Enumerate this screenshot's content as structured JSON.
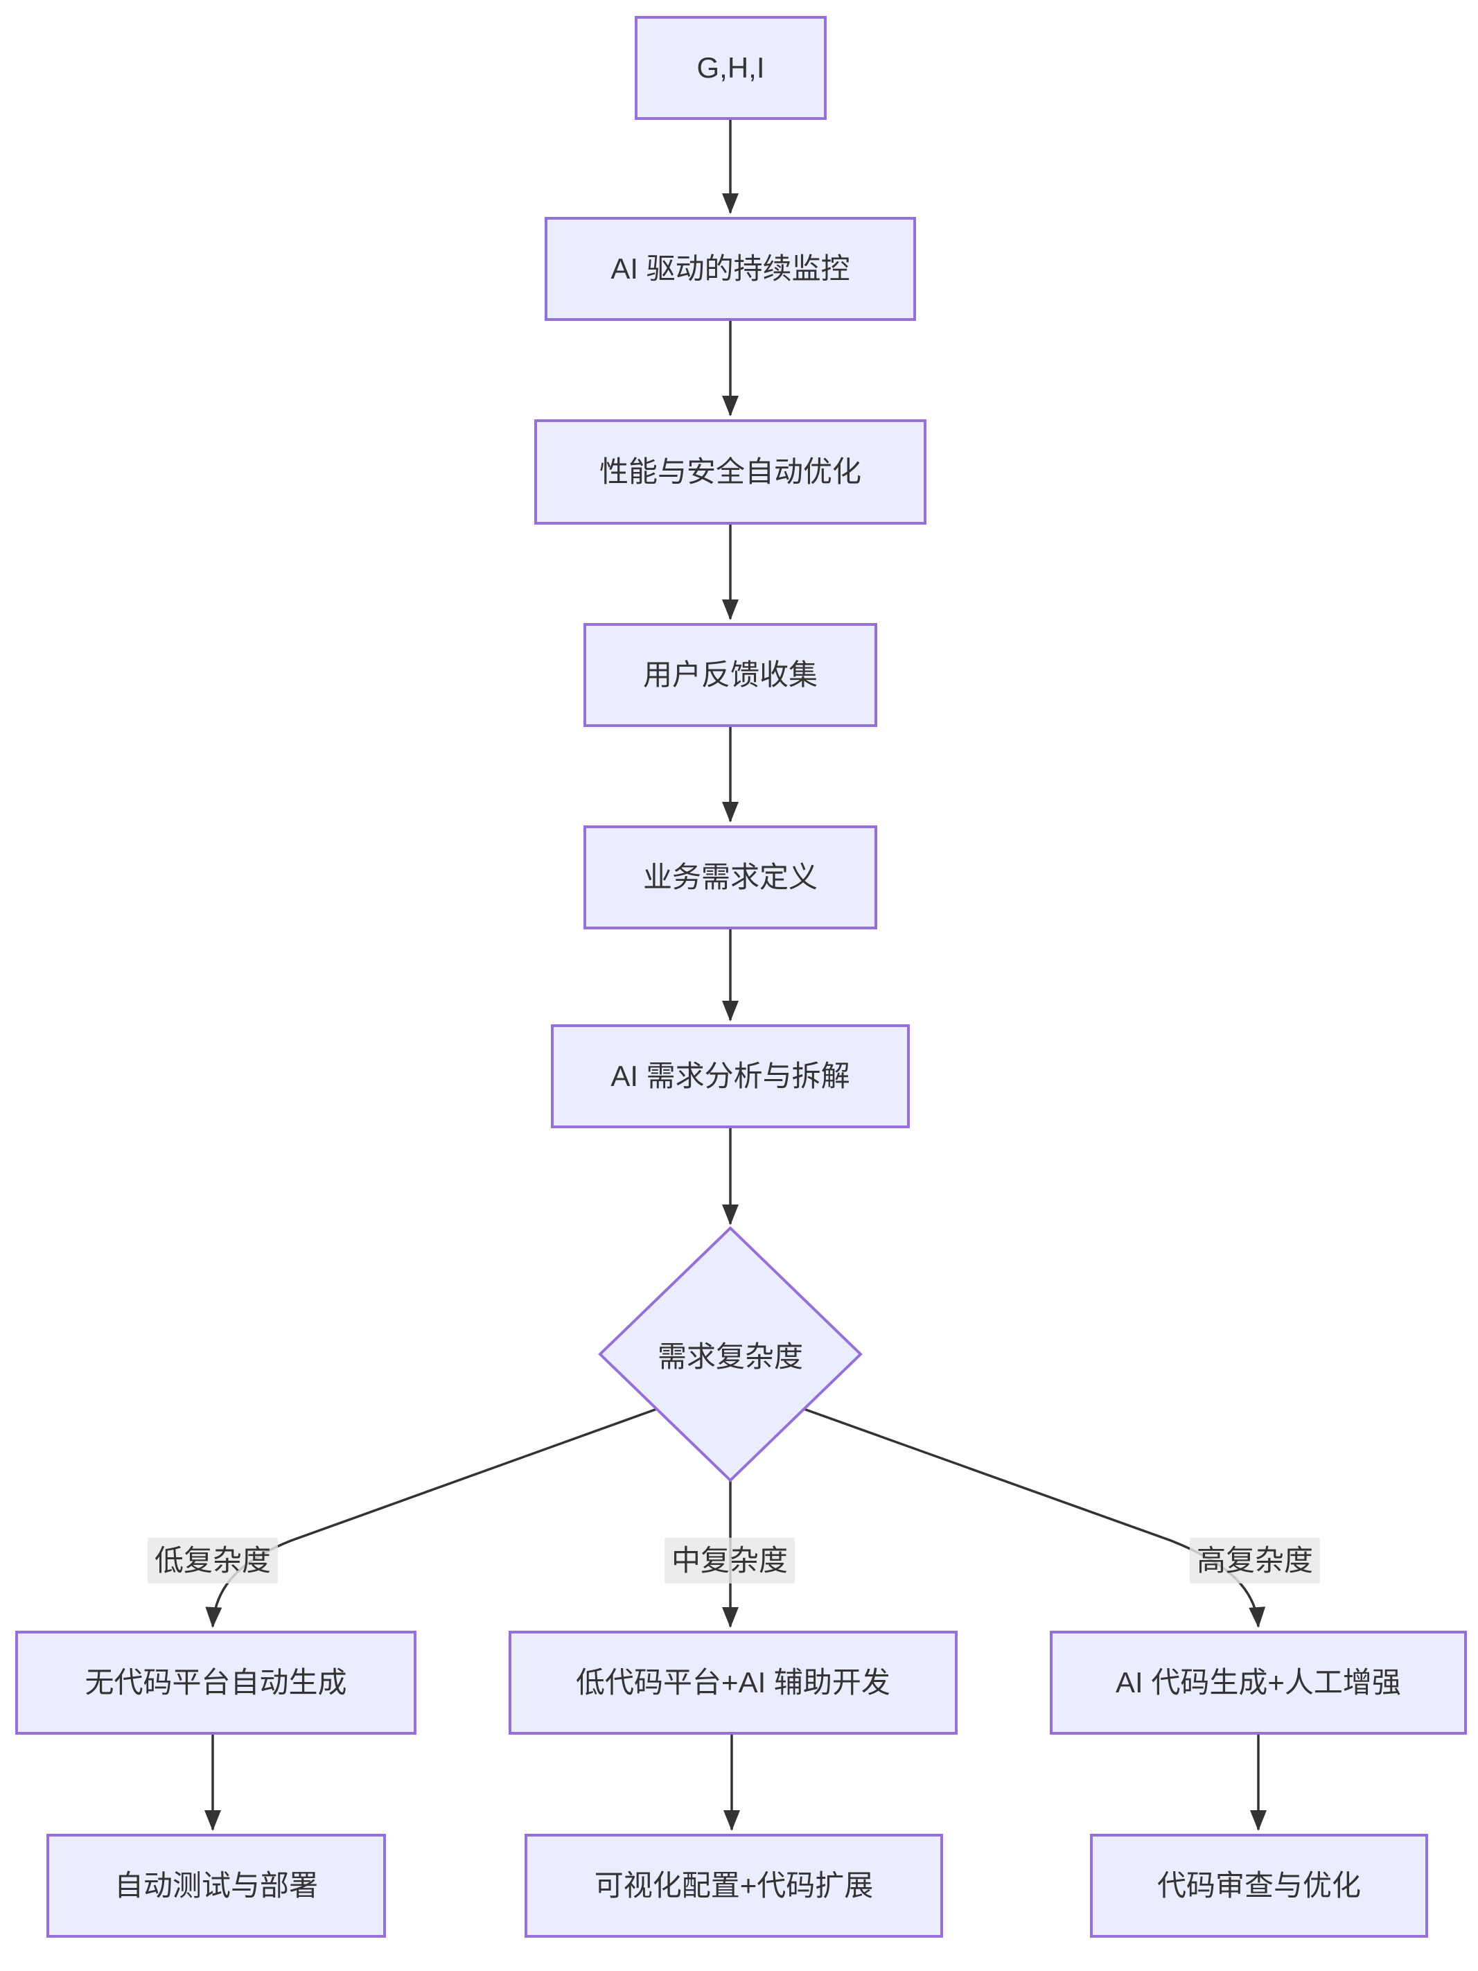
{
  "diagram": {
    "type": "flowchart",
    "direction": "top-down",
    "colors": {
      "node-fill": "#ECECFF",
      "node-border": "#9370DB",
      "edge-line": "#333333",
      "text": "#333333",
      "edge-label-bg": "#E8E8E8",
      "canvas-bg": "#FFFFFF"
    },
    "nodes": {
      "ghi": {
        "label": "G,H,I",
        "shape": "rect"
      },
      "monitoring": {
        "label": "AI 驱动的持续监控",
        "shape": "rect"
      },
      "optimization": {
        "label": "性能与安全自动优化",
        "shape": "rect"
      },
      "feedback": {
        "label": "用户反馈收集",
        "shape": "rect"
      },
      "requirement": {
        "label": "业务需求定义",
        "shape": "rect"
      },
      "analysis": {
        "label": "AI 需求分析与拆解",
        "shape": "rect"
      },
      "complexity": {
        "label": "需求复杂度",
        "shape": "diamond"
      },
      "nocode": {
        "label": "无代码平台自动生成",
        "shape": "rect"
      },
      "lowcode": {
        "label": "低代码平台+AI 辅助开发",
        "shape": "rect"
      },
      "aicode": {
        "label": "AI 代码生成+人工增强",
        "shape": "rect"
      },
      "autotest": {
        "label": "自动测试与部署",
        "shape": "rect"
      },
      "visualconfig": {
        "label": "可视化配置+代码扩展",
        "shape": "rect"
      },
      "codereview": {
        "label": "代码审查与优化",
        "shape": "rect"
      }
    },
    "edge_labels": {
      "low": "低复杂度",
      "medium": "中复杂度",
      "high": "高复杂度"
    },
    "edges": [
      {
        "from": "ghi",
        "to": "monitoring",
        "label": ""
      },
      {
        "from": "monitoring",
        "to": "optimization",
        "label": ""
      },
      {
        "from": "optimization",
        "to": "feedback",
        "label": ""
      },
      {
        "from": "feedback",
        "to": "requirement",
        "label": ""
      },
      {
        "from": "requirement",
        "to": "analysis",
        "label": ""
      },
      {
        "from": "analysis",
        "to": "complexity",
        "label": ""
      },
      {
        "from": "complexity",
        "to": "nocode",
        "label": "低复杂度"
      },
      {
        "from": "complexity",
        "to": "lowcode",
        "label": "中复杂度"
      },
      {
        "from": "complexity",
        "to": "aicode",
        "label": "高复杂度"
      },
      {
        "from": "nocode",
        "to": "autotest",
        "label": ""
      },
      {
        "from": "lowcode",
        "to": "visualconfig",
        "label": ""
      },
      {
        "from": "aicode",
        "to": "codereview",
        "label": ""
      }
    ]
  }
}
